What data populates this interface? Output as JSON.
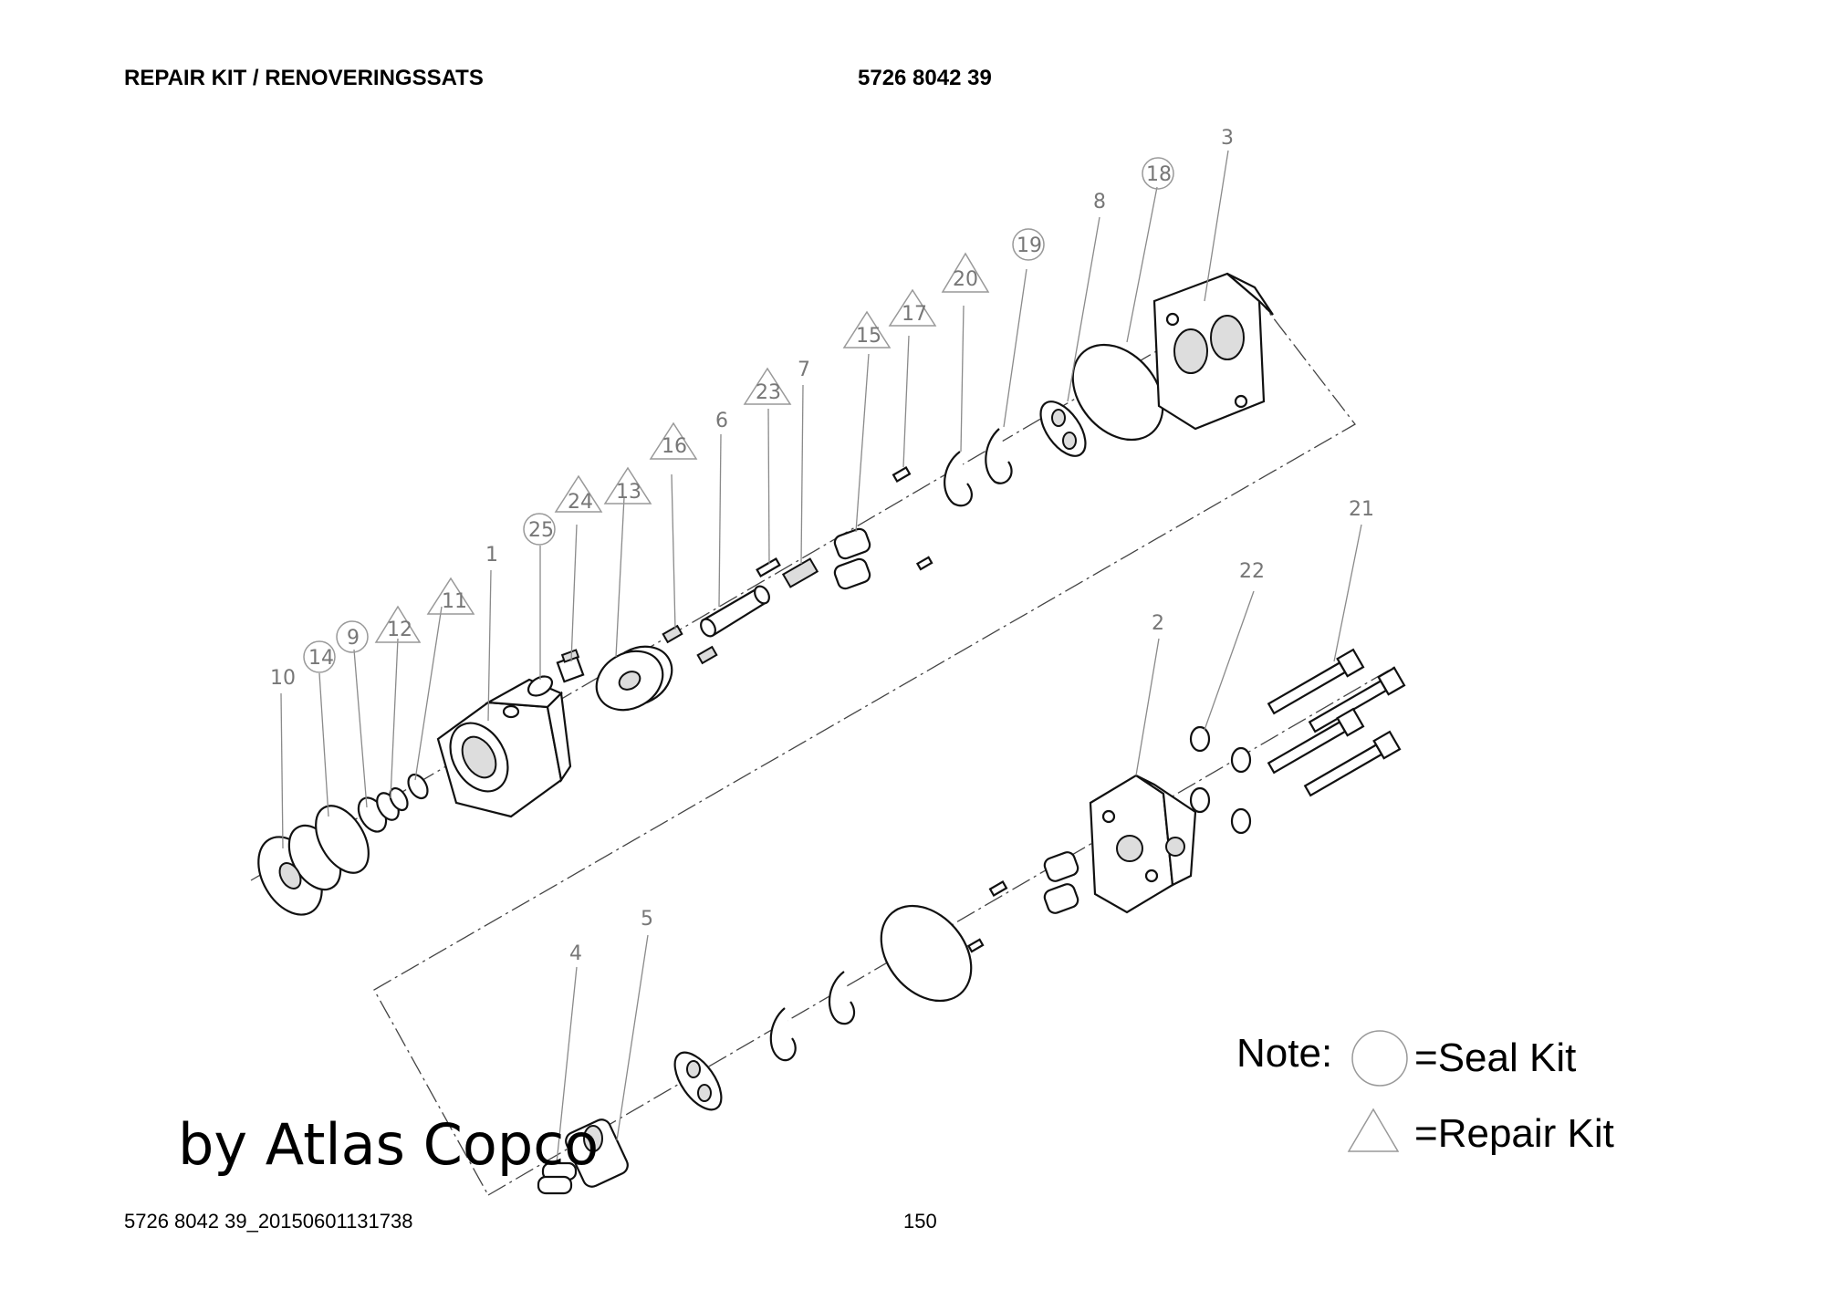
{
  "header": {
    "title": "REPAIR KIT / RENOVERINGSSATS",
    "part_number": "5726 8042 39"
  },
  "footer": {
    "doc_id": "5726 8042 39_20150601131738",
    "page": "150"
  },
  "watermark": "by Atlas Copco",
  "note": {
    "label": "Note:",
    "seal_kit": "=Seal Kit",
    "repair_kit": "=Repair Kit"
  },
  "labels": {
    "n1": "1",
    "n2": "2",
    "n3": "3",
    "n4": "4",
    "n5": "5",
    "n6": "6",
    "n7": "7",
    "n8": "8",
    "n9": "9",
    "n10": "10",
    "n11": "11",
    "n12": "12",
    "n13": "13",
    "n14": "14",
    "n15": "15",
    "n16": "16",
    "n17": "17",
    "n18": "18",
    "n19": "19",
    "n20": "20",
    "n21": "21",
    "n22": "22",
    "n23": "23",
    "n24": "24",
    "n25": "25"
  }
}
